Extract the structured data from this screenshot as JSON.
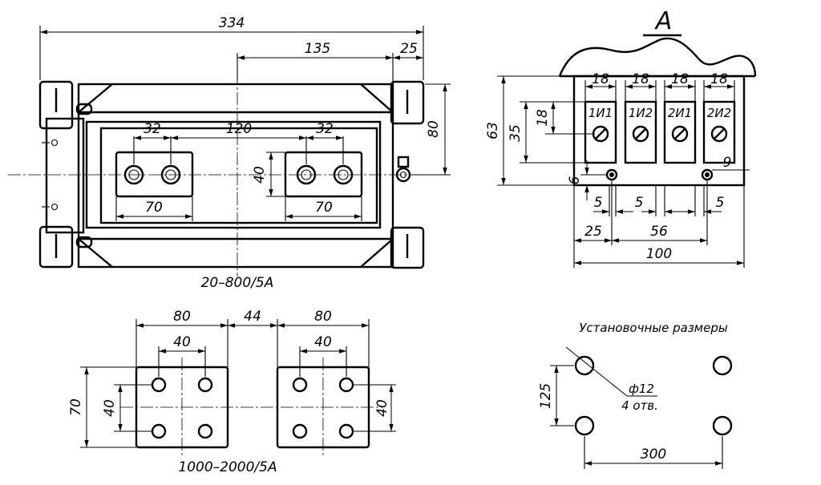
{
  "top_view": {
    "caption": "20–800/5А",
    "dims": {
      "overall": "334",
      "d135": "135",
      "d25": "25",
      "d80": "80",
      "d32a": "32",
      "d120": "120",
      "d32b": "32",
      "d40": "40",
      "d70a": "70",
      "d70b": "70"
    }
  },
  "view_a": {
    "title": "А",
    "terminals": [
      "1И1",
      "1И2",
      "2И1",
      "2И2"
    ],
    "dims": {
      "w18a": "18",
      "w18b": "18",
      "w18c": "18",
      "w18d": "18",
      "h63": "63",
      "h35": "35",
      "h18": "18",
      "h6": "6",
      "d9": "9",
      "g5a": "5",
      "g5b": "5",
      "g5c": "5",
      "d25": "25",
      "d56": "56",
      "d100": "100"
    }
  },
  "bottom_left": {
    "caption": "1000–2000/5А",
    "dims": {
      "w80a": "80",
      "g44": "44",
      "w80b": "80",
      "s40a": "40",
      "s40b": "40",
      "h70": "70",
      "v40a": "40",
      "v40b": "40"
    }
  },
  "mounting": {
    "title": "Установочные размеры",
    "hole": "ф12",
    "holes_count": "4 отв.",
    "h125": "125",
    "w300": "300"
  }
}
